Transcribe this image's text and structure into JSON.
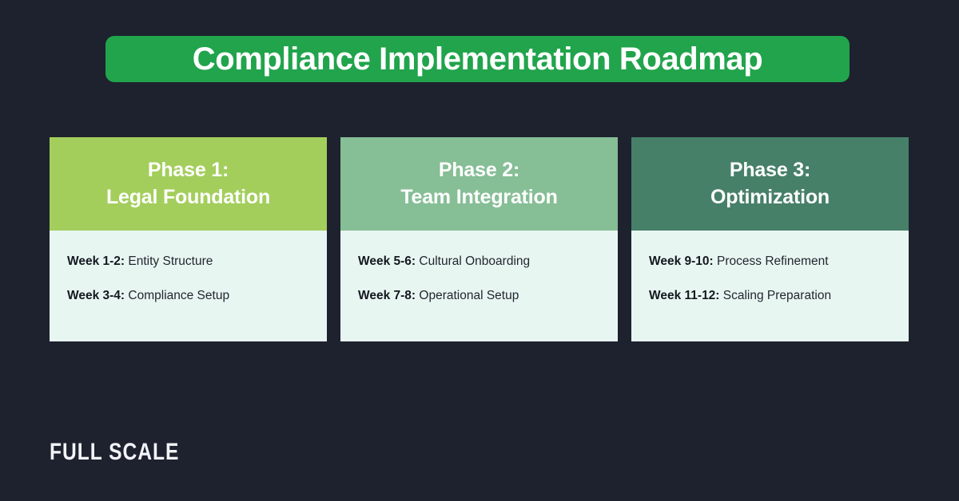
{
  "theme": {
    "background": "#1e222e",
    "banner_green": "#21a44c",
    "card_body_bg": "#e8f6f2",
    "text_dark": "#22262f",
    "text_light": "#ffffff",
    "logo_color": "#f2f4f8"
  },
  "header": {
    "title": "Compliance Implementation Roadmap"
  },
  "cards": [
    {
      "header_color": "#a3ce5c",
      "phase_label": "Phase 1:",
      "phase_name": "Legal Foundation",
      "items": [
        {
          "week": "Week 1-2:",
          "task": "Entity Structure"
        },
        {
          "week": "Week 3-4:",
          "task": "Compliance Setup"
        }
      ]
    },
    {
      "header_color": "#86be96",
      "phase_label": "Phase 2:",
      "phase_name": "Team Integration",
      "items": [
        {
          "week": "Week 5-6:",
          "task": "Cultural Onboarding"
        },
        {
          "week": "Week 7-8:",
          "task": "Operational Setup"
        }
      ]
    },
    {
      "header_color": "#478069",
      "phase_label": "Phase 3:",
      "phase_name": "Optimization",
      "items": [
        {
          "week": "Week 9-10:",
          "task": "Process Refinement"
        },
        {
          "week": "Week 11-12:",
          "task": "Scaling Preparation"
        }
      ]
    }
  ],
  "footer": {
    "logo_text": "FULL SCALE"
  }
}
